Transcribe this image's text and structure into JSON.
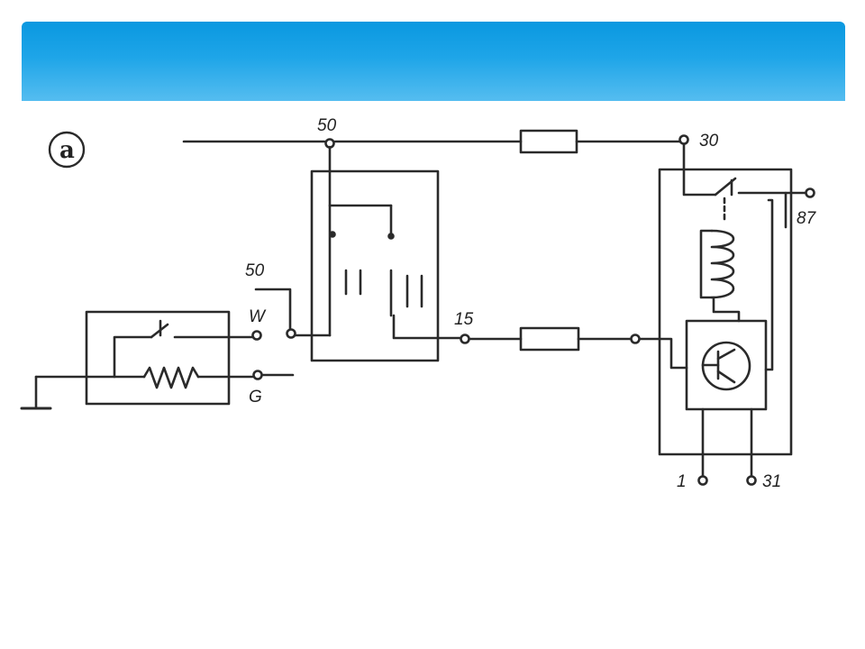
{
  "slide": {
    "title": ""
  },
  "diagram": {
    "figure_label": "a",
    "terminals": {
      "t50_top": "50",
      "t30": "30",
      "t87": "87",
      "t50_left": "50",
      "tW": "W",
      "tG": "G",
      "t15": "15",
      "t1": "1",
      "t31": "31"
    }
  },
  "colors": {
    "banner_top": "#0a98e0",
    "banner_bottom": "#55bdf0",
    "line": "#2a2a2a"
  }
}
